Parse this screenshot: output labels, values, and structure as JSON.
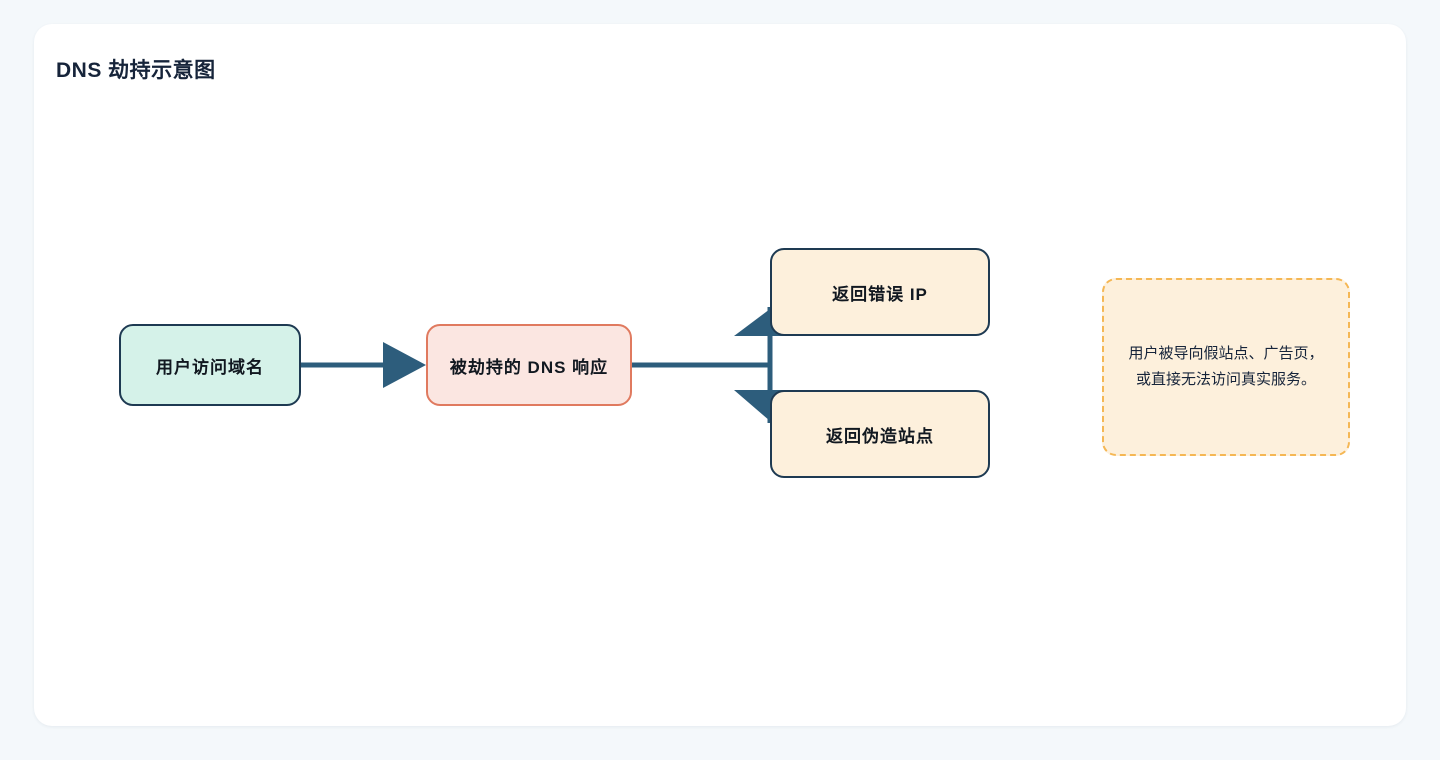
{
  "page": {
    "title": "DNS  劫持示意图",
    "background_color": "#f4f8fb",
    "card_color": "#ffffff"
  },
  "chart_data": {
    "type": "diagram",
    "title": "DNS  劫持示意图",
    "nodes": [
      {
        "id": "user",
        "label": "用户访问域名",
        "fill": "#d5f2e9",
        "stroke": "#1e3a52",
        "shape": "rounded-rect"
      },
      {
        "id": "hijacked",
        "label": "被劫持的  DNS  响应",
        "fill": "#fbe6e1",
        "stroke": "#e07a5f",
        "shape": "rounded-rect"
      },
      {
        "id": "wrong_ip",
        "label": "返回错误  IP",
        "fill": "#fdf0dc",
        "stroke": "#1e3a52",
        "shape": "rounded-rect"
      },
      {
        "id": "fake_site",
        "label": "返回伪造站点",
        "fill": "#fdf0dc",
        "stroke": "#1e3a52",
        "shape": "rounded-rect"
      },
      {
        "id": "note",
        "label": "用户被导向假站点、广告页，\n或直接无法访问真实服务。",
        "fill": "#fdf0dc",
        "stroke": "#f5b754",
        "shape": "rounded-rect-dashed"
      }
    ],
    "edges": [
      {
        "from": "user",
        "to": "hijacked",
        "arrow": "triangle",
        "color": "#2d5d7c"
      },
      {
        "from": "hijacked",
        "to": "wrong_ip",
        "arrow": "triangle",
        "color": "#2d5d7c"
      },
      {
        "from": "hijacked",
        "to": "fake_site",
        "arrow": "triangle",
        "color": "#2d5d7c"
      }
    ],
    "edge_color": "#2d5d7c"
  },
  "nodes": {
    "user": {
      "label": "用户访问域名"
    },
    "hijacked": {
      "label": "被劫持的  DNS  响应"
    },
    "wrong_ip": {
      "label": "返回错误  IP"
    },
    "fake_site": {
      "label": "返回伪造站点"
    },
    "note": {
      "label": "用户被导向假站点、广告页，\n或直接无法访问真实服务。"
    }
  }
}
